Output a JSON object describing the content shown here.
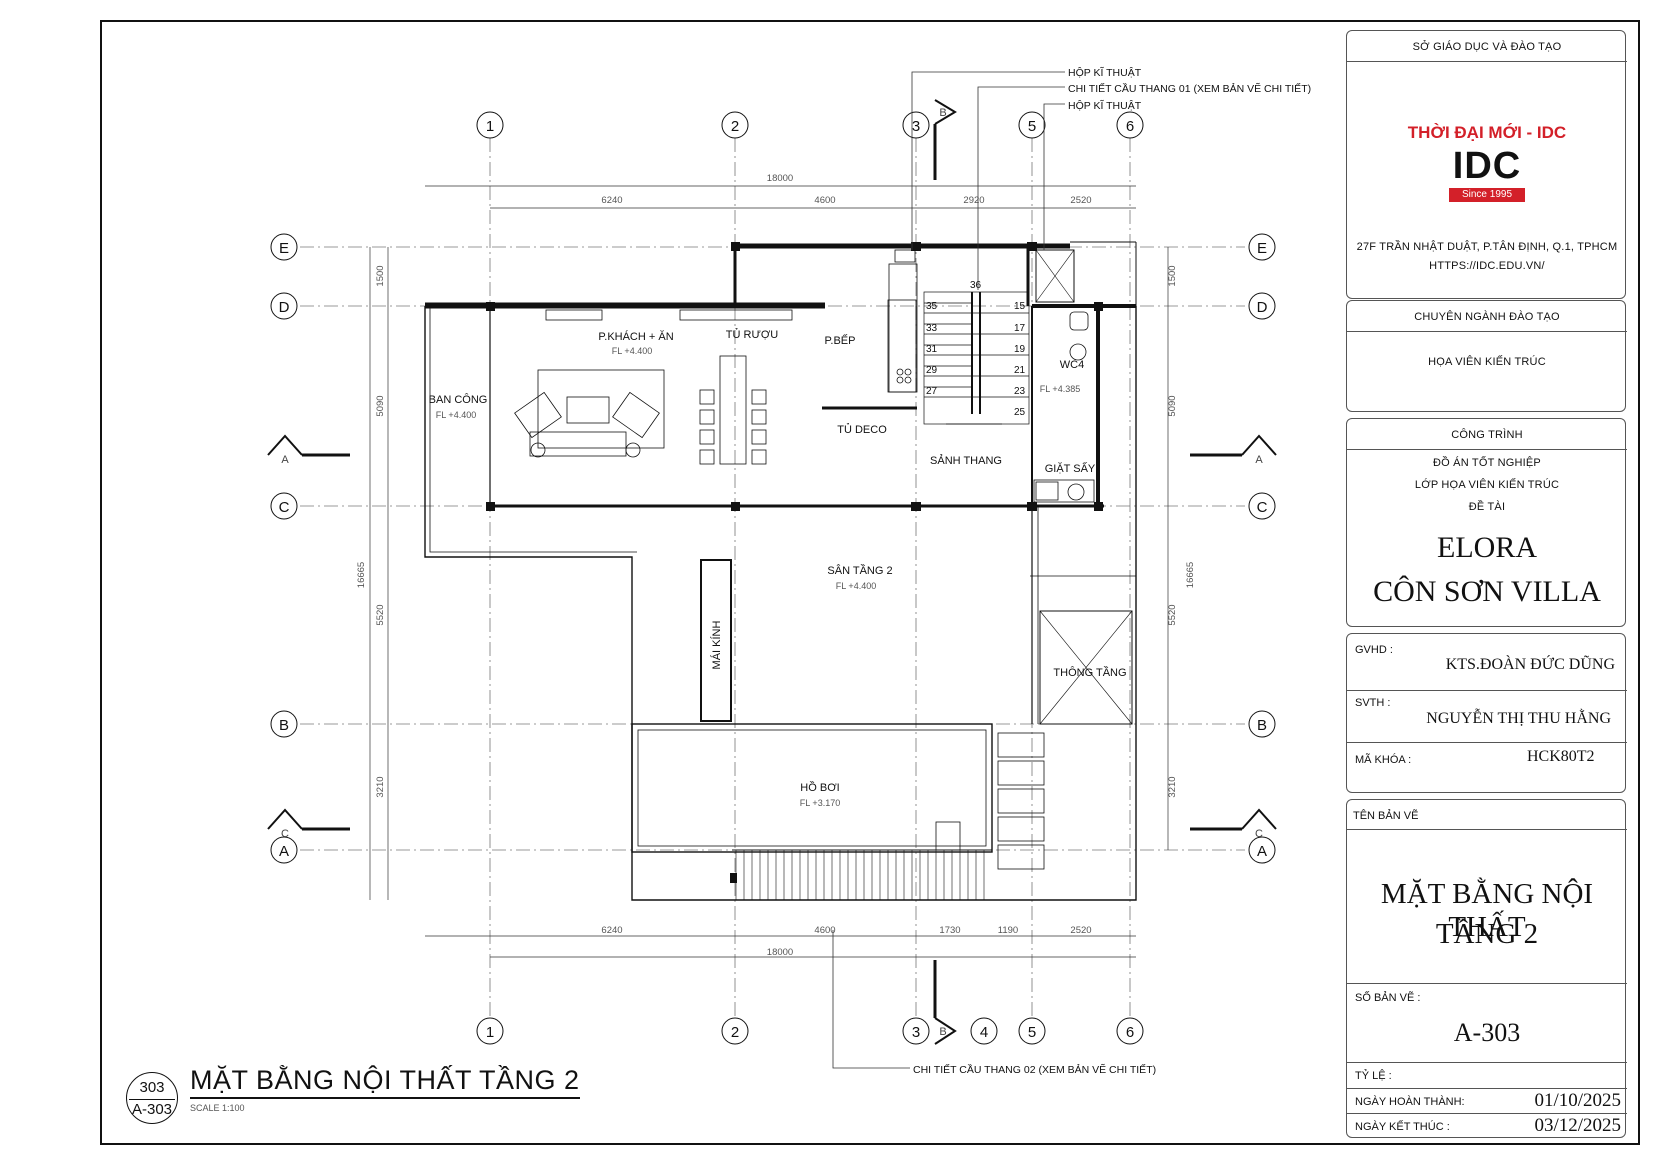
{
  "annotations": {
    "tech_box_1": "HỘP KĨ THUẬT",
    "stair_detail_1": "CHI TIẾT CẦU THANG 01 (XEM BẢN VẼ CHI TIẾT)",
    "tech_box_2": "HỘP KĨ THUẬT",
    "stair_detail_2": "CHI TIẾT CẦU THANG 02 (XEM BẢN VẼ CHI TIẾT)"
  },
  "grid": {
    "top_numbers": [
      "1",
      "2",
      "3",
      "5",
      "6"
    ],
    "bottom_numbers": [
      "1",
      "2",
      "3",
      "4",
      "5",
      "6"
    ],
    "letters": [
      "E",
      "D",
      "C",
      "B",
      "A"
    ]
  },
  "section_marks": {
    "b": "B",
    "a": "A",
    "c": "C"
  },
  "dims": {
    "top_total": "18000",
    "top": [
      "6240",
      "4600",
      "2920",
      "2520"
    ],
    "bottom": [
      "6240",
      "4600",
      "1730",
      "1190",
      "2520"
    ],
    "bottom_total": "18000",
    "side": [
      "1500",
      "5090",
      "5520",
      "3210"
    ],
    "side_total": "16665"
  },
  "rooms": {
    "living": "P.KHÁCH + ĂN",
    "living_fl": "FL +4.400",
    "wine": "TỦ RƯỢU",
    "kitchen": "P.BẾP",
    "balcony": "BAN CÔNG",
    "balcony_fl": "FL +4.400",
    "deco": "TỦ DECO",
    "hall": "SẢNH THANG",
    "wc": "WC4",
    "wc_fl": "FL +4.385",
    "laundry": "GIẶT SẤY",
    "floor2": "SÂN TẦNG 2",
    "floor2_fl": "FL +4.400",
    "glass_roof": "MÁI KÍNH",
    "void": "THÔNG TẦNG",
    "pool": "HỒ BƠI",
    "pool_fl": "FL +3.170"
  },
  "stairs": {
    "top": "36",
    "left": [
      "35",
      "33",
      "31",
      "29",
      "27"
    ],
    "right": [
      "15",
      "17",
      "19",
      "21",
      "23",
      "25"
    ]
  },
  "title_block": {
    "department": "SỞ GIÁO DỤC VÀ ĐÀO TẠO",
    "brand": "THỜI ĐẠI MỚI - IDC",
    "logo": "IDC",
    "since": "Since 1995",
    "address": "27F TRẦN NHẬT DUẬT, P.TÂN ĐỊNH, Q.1, TPHCM",
    "website": "HTTPS://IDC.EDU.VN/",
    "major_label": "CHUYÊN NGÀNH ĐÀO TẠO",
    "major": "HỌA VIÊN KIẾN TRÚC",
    "project_label": "CÔNG TRÌNH",
    "thesis": "ĐỒ ÁN TỐT NGHIỆP",
    "class": "LỚP HỌA VIÊN KIẾN TRÚC",
    "topic_label": "ĐỀ TÀI",
    "project_line1": "ELORA",
    "project_line2": "CÔN SƠN VILLA",
    "gvhd_label": "GVHD :",
    "gvhd": "KTS.ĐOÀN ĐỨC DŨNG",
    "svth_label": "SVTH :",
    "svth": "NGUYỄN THỊ THU HẰNG",
    "course_label": "MÃ KHÓA :",
    "course": "HCK80T2",
    "sheet_name_label": "TÊN BẢN VẼ",
    "sheet_name_line1": "MẶT BẰNG NỘI THẤT",
    "sheet_name_line2": "TẦNG 2",
    "sheet_no_label": "SỐ BẢN VẼ :",
    "sheet_no": "A-303",
    "scale_label": "TỶ LỆ :",
    "done_label": "NGÀY HOÀN THÀNH:",
    "done_date": "01/10/2025",
    "end_label": "NGÀY KẾT THÚC :",
    "end_date": "03/12/2025"
  },
  "drawing": {
    "ref_top": "303",
    "ref_bottom": "A-303",
    "title": "MẶT BẰNG NỘI THẤT TẦNG 2",
    "scale": "SCALE 1:100"
  },
  "colors": {
    "brand_red": "#d32029",
    "ink": "#111111",
    "dim": "#666666"
  }
}
